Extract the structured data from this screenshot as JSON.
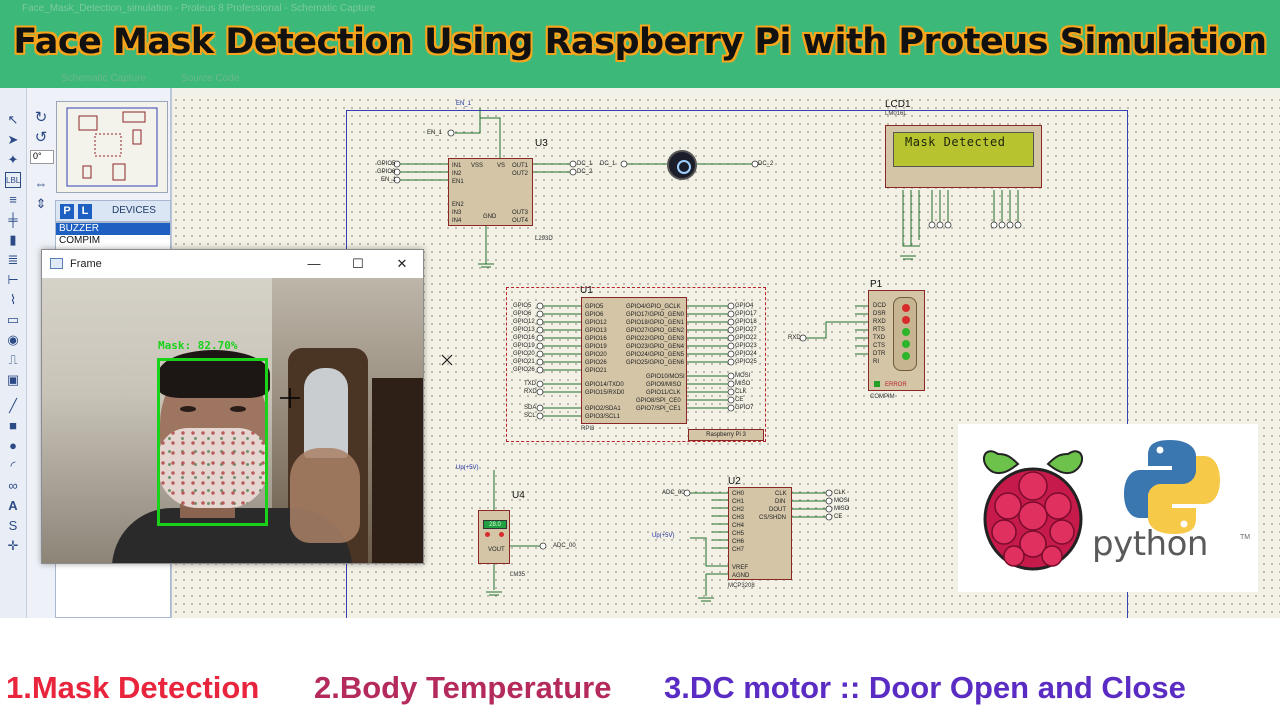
{
  "banner": {
    "title": "Face Mask Detection Using Raspberry Pi with Proteus Simulation",
    "window_caption": "Face_Mask_Detection_simulation - Proteus 8 Professional - Schematic Capture"
  },
  "tabs": [
    {
      "label": "Schematic Capture"
    },
    {
      "label": "Source Code"
    }
  ],
  "left_panel": {
    "angle_field": "0°",
    "p_button": "P",
    "l_button": "L",
    "devices_label": "DEVICES",
    "devices": [
      {
        "label": "BUZZER",
        "selected": true
      },
      {
        "label": "COMPIM",
        "selected": false
      }
    ]
  },
  "frame_window": {
    "title": "Frame",
    "detection_label": "Mask: 82.70%",
    "detection_color": "#19d219"
  },
  "schematic": {
    "lcd": {
      "ref": "LCD1",
      "part": "LM016L",
      "display_text": "Mask Detected"
    },
    "u3": {
      "ref": "U3",
      "part": "L293D",
      "net_en1": "EN_1",
      "left_nets": [
        "GPIO5",
        "GPIO6",
        "EN_1"
      ],
      "left_pins": [
        "IN1",
        "IN2",
        "EN1",
        "EN2",
        "IN3",
        "IN4"
      ],
      "right_pins": [
        "VSS",
        "VS",
        "OUT1",
        "OUT2",
        "GND",
        "OUT3",
        "OUT4"
      ],
      "out_nets": [
        "DC_1",
        "DC_2"
      ]
    },
    "motor_net_left": "DC_1",
    "motor_net_right": "DC_2",
    "u1": {
      "ref": "U1",
      "part": "RPI3",
      "board_label": "Raspberry Pi 3",
      "left_nets": [
        "GPIO5",
        "GPIO6",
        "GPIO12",
        "GPIO13",
        "GPIO16",
        "GPIO19",
        "GPIO20",
        "GPIO21",
        "GPIO26"
      ],
      "left_pins": [
        "GPIO5",
        "GPIO6",
        "GPIO12",
        "GPIO13",
        "GPIO16",
        "GPIO19",
        "GPIO20",
        "GPIO26",
        "GPIO21"
      ],
      "right_pins": [
        "GPIO4/GPIO_GCLK",
        "GPIO17/GPIO_GEN0",
        "GPIO18/GPIO_GEN1",
        "GPIO27/GPIO_GEN2",
        "GPIO22/GPIO_GEN3",
        "GPIO23/GPIO_GEN4",
        "GPIO24/GPIO_GEN5",
        "GPIO25/GPIO_GEN6"
      ],
      "right_nets": [
        "GPIO4",
        "GPIO17",
        "GPIO18",
        "GPIO27",
        "GPIO22",
        "GPIO23",
        "GPIO24",
        "GPIO25"
      ],
      "uart_pins": [
        "GPIO14/TXD0",
        "GPIO15/RXD0"
      ],
      "uart_nets": [
        "TXD",
        "RXD"
      ],
      "i2c_pins": [
        "GPIO2/SDA1",
        "GPIO3/SCL1"
      ],
      "i2c_nets": [
        "SDA",
        "SCL"
      ],
      "spi_pins": [
        "GPIO10/MOSI",
        "GPIO9/MISO",
        "GPIO11/CLK",
        "GPIO8/SPI_CE0",
        "GPIO7/SPI_CE1"
      ],
      "spi_nets": [
        "MOSI",
        "MISO",
        "CLK",
        "CE",
        "GPIO7"
      ]
    },
    "p1": {
      "ref": "P1",
      "part": "COMPIM",
      "pins": [
        "DCD",
        "DSR",
        "RXD",
        "RTS",
        "TXD",
        "CTS",
        "DTR",
        "RI"
      ],
      "error_label": "ERROR",
      "net_rxd": "RXD"
    },
    "u2": {
      "ref": "U2",
      "part": "MCP3208",
      "left_pins": [
        "CH0",
        "CH1",
        "CH2",
        "CH3",
        "CH4",
        "CH5",
        "CH6",
        "CH7",
        "VREF",
        "AGND"
      ],
      "right_pins": [
        "CLK",
        "DIN",
        "DOUT",
        "CS/SHDN"
      ],
      "right_nets": [
        "CLK",
        "MOSI",
        "MISO",
        "CE"
      ],
      "input_net": "ADC_00",
      "power_label": "Up(+5V)"
    },
    "u4": {
      "ref": "U4",
      "part": "LM35",
      "display": "28.0",
      "pin_vout": "VOUT",
      "out_net": "ADC_00",
      "power_label": "Up(+5V)"
    }
  },
  "logos": {
    "python_wordmark": "python",
    "python_tm": "TM"
  },
  "features": [
    {
      "label": "1.Mask Detection",
      "color": "#e8253d"
    },
    {
      "label": "2.Body Temperature",
      "color": "#b52a5c"
    },
    {
      "label": "3.DC motor :: Door Open and Close",
      "color": "#5a2cc4"
    }
  ]
}
